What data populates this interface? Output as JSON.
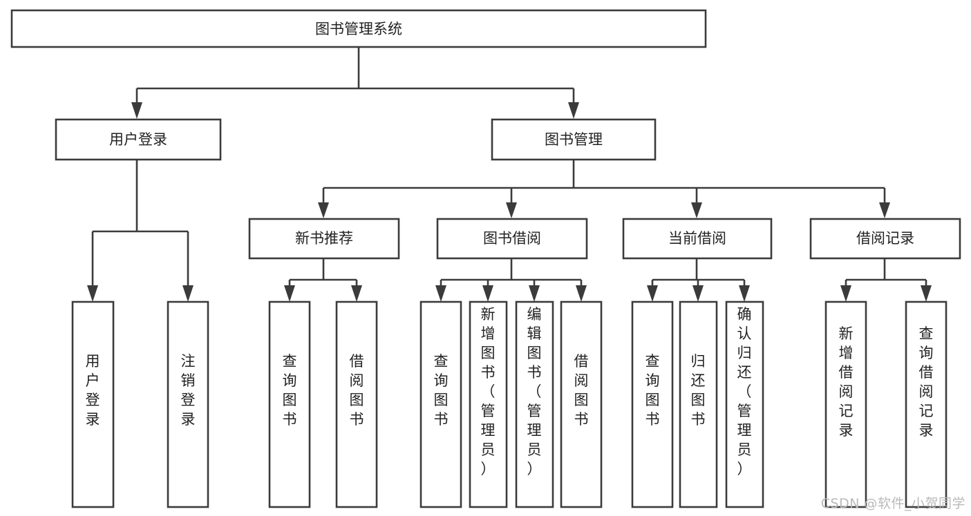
{
  "diagram": {
    "type": "tree",
    "title": "图书管理系统",
    "watermark": "CSDN @软件_小贺同学",
    "colors": {
      "stroke": "#3b3b3b",
      "fill": "#ffffff",
      "text": "#222222",
      "watermark": "#b9b9b9",
      "background": "#ffffff"
    },
    "nodes": {
      "root": {
        "label": "图书管理系统",
        "orientation": "horizontal"
      },
      "user_login": {
        "label": "用户登录",
        "orientation": "horizontal"
      },
      "book_manage": {
        "label": "图书管理",
        "orientation": "horizontal"
      },
      "new_book_rec": {
        "label": "新书推荐",
        "orientation": "horizontal"
      },
      "book_borrow": {
        "label": "图书借阅",
        "orientation": "horizontal"
      },
      "current_borrow": {
        "label": "当前借阅",
        "orientation": "horizontal"
      },
      "borrow_record": {
        "label": "借阅记录",
        "orientation": "horizontal"
      },
      "leaf_user_login": {
        "label": "用户登录",
        "orientation": "vertical"
      },
      "leaf_logout": {
        "label": "注销登录",
        "orientation": "vertical"
      },
      "leaf_query_book_1": {
        "label": "查询图书",
        "orientation": "vertical"
      },
      "leaf_borrow_book_1": {
        "label": "借阅图书",
        "orientation": "vertical"
      },
      "leaf_query_book_2": {
        "label": "查询图书",
        "orientation": "vertical"
      },
      "leaf_add_book": {
        "label": "新增图书（管理员）",
        "orientation": "vertical"
      },
      "leaf_edit_book": {
        "label": "编辑图书（管理员）",
        "orientation": "vertical"
      },
      "leaf_borrow_book_2": {
        "label": "借阅图书",
        "orientation": "vertical"
      },
      "leaf_query_book_3": {
        "label": "查询图书",
        "orientation": "vertical"
      },
      "leaf_return_book": {
        "label": "归还图书",
        "orientation": "vertical"
      },
      "leaf_confirm_return": {
        "label": "确认归还（管理员）",
        "orientation": "vertical"
      },
      "leaf_add_record": {
        "label": "新增借阅记录",
        "orientation": "vertical"
      },
      "leaf_query_record": {
        "label": "查询借阅记录",
        "orientation": "vertical"
      }
    },
    "hierarchy": {
      "图书管理系统": {
        "用户登录": [
          "用户登录",
          "注销登录"
        ],
        "图书管理": {
          "新书推荐": [
            "查询图书",
            "借阅图书"
          ],
          "图书借阅": [
            "查询图书",
            "新增图书（管理员）",
            "编辑图书（管理员）",
            "借阅图书"
          ],
          "当前借阅": [
            "查询图书",
            "归还图书",
            "确认归还（管理员）"
          ],
          "借阅记录": [
            "新增借阅记录",
            "查询借阅记录"
          ]
        }
      }
    }
  }
}
